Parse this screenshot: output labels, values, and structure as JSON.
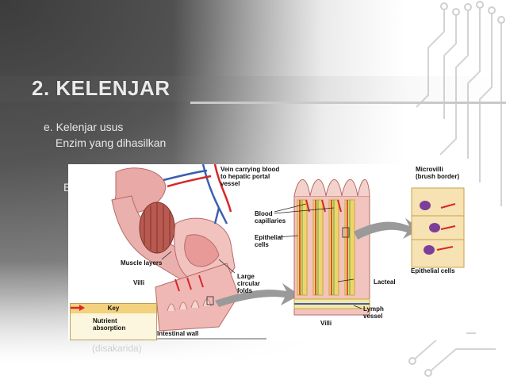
{
  "slide": {
    "title": "2. KELENJAR",
    "bullets": [
      "e. Kelenjar usus",
      "Enzim yang dihasilkan",
      "E"
    ],
    "footer_line1": "",
    "footer_line2": "(disakarida)"
  },
  "diagram": {
    "labels": {
      "vein": "Vein carrying blood\nto hepatic portal\nvessel",
      "microvilli": "Microvilli\n(brush border)",
      "blood_capillaries": "Blood\ncapillaries",
      "epithelial_cells_mid": "Epithelial\ncells",
      "muscle_layers": "Muscle layers",
      "villi_left": "Villi",
      "large_circular_folds": "Large\ncircular\nfolds",
      "lacteal": "Lacteal",
      "epithelial_cells_right": "Epithelial cells",
      "lymph_vessel": "Lymph\nvessel",
      "villi_bottom": "Villi",
      "intestinal_wall": "Intestinal wall"
    },
    "key": {
      "title": "Key",
      "nutrient": "Nutrient\nabsorption"
    },
    "colors": {
      "tissue": "#e8a0a0",
      "vein_blue": "#3b5fb0",
      "artery_red": "#d62828",
      "lymph_green": "#7fbf5a",
      "villus_yellow": "#f2d36b",
      "cell_purple": "#7b3f9a"
    }
  }
}
